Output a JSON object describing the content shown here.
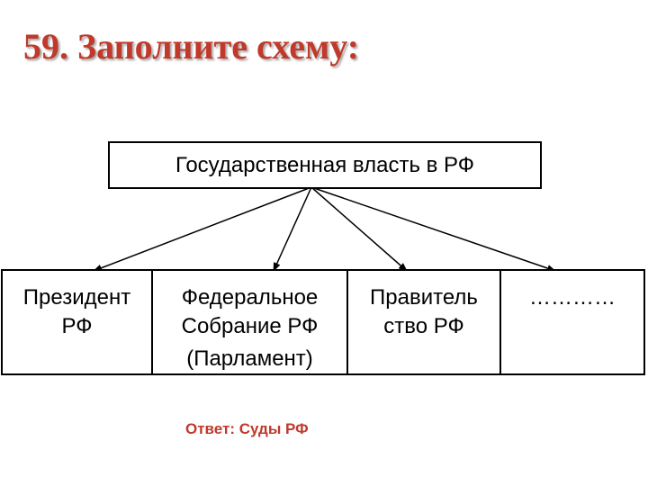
{
  "title": "59. Заполните схему:",
  "root": "Государственная власть в РФ",
  "branches": [
    {
      "line1": "Президент",
      "line2": "РФ",
      "line3": ""
    },
    {
      "line1": "Федеральное",
      "line2": "Собрание РФ",
      "line3": "(Парламент)"
    },
    {
      "line1": "Правитель",
      "line2": "ство РФ",
      "line3": ""
    },
    {
      "line1": "…………",
      "line2": "",
      "line3": ""
    }
  ],
  "answer": "Ответ: Суды РФ",
  "colors": {
    "title": "#c0392b",
    "answer": "#c0392b",
    "lines": "#000000"
  }
}
